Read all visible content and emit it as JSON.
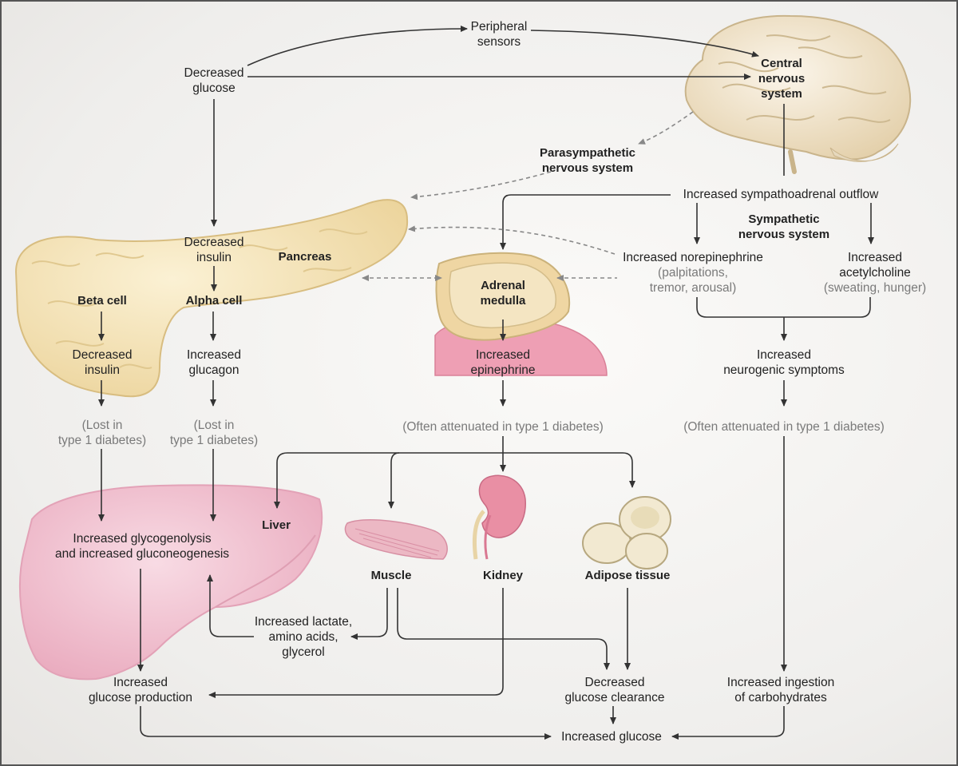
{
  "colors": {
    "arrow": "#333333",
    "dashed": "#888888",
    "pancreas": "#f2dfae",
    "liver": "#f2c4d2",
    "brain": "#f0e4cf",
    "kidney": "#e98fa4",
    "fat": "#f1e8cf",
    "muscle": "#e8b3bf"
  },
  "icons": [
    "brain-icon",
    "pancreas-icon",
    "liver-icon",
    "adrenal-icon",
    "kidney-icon",
    "muscle-icon",
    "adipose-icon"
  ],
  "nodes": {
    "decreased_glucose": [
      "Decreased",
      "glucose"
    ],
    "peripheral_sensors": [
      "Peripheral",
      "sensors"
    ],
    "cns": [
      "Central",
      "nervous",
      "system"
    ],
    "parasympathetic": [
      "Parasympathetic",
      "nervous system"
    ],
    "sympathoadrenal": "Increased sympathoadrenal outflow",
    "sympathetic": [
      "Sympathetic",
      "nervous system"
    ],
    "decreased_insulin_top": [
      "Decreased",
      "insulin"
    ],
    "pancreas": "Pancreas",
    "beta_cell": "Beta cell",
    "alpha_cell": "Alpha cell",
    "decreased_insulin": [
      "Decreased",
      "insulin"
    ],
    "increased_glucagon": [
      "Increased",
      "glucagon"
    ],
    "adrenal_medulla": [
      "Adrenal",
      "medulla"
    ],
    "increased_norepinephrine": "Increased norepinephrine",
    "norepi_note": [
      "(palpitations,",
      "tremor, arousal)"
    ],
    "increased_acetylcholine": [
      "Increased",
      "acetylcholine"
    ],
    "ach_note": "(sweating, hunger)",
    "increased_epinephrine": [
      "Increased",
      "epinephrine"
    ],
    "neurogenic": [
      "Increased",
      "neurogenic symptoms"
    ],
    "lost_insulin": [
      "(Lost in",
      "type 1 diabetes)"
    ],
    "lost_glucagon": [
      "(Lost in",
      "type 1 diabetes)"
    ],
    "atten_epi": "(Often attenuated in type 1 diabetes)",
    "atten_neuro": "(Often attenuated in type 1 diabetes)",
    "liver": "Liver",
    "glycogenolysis": [
      "Increased glycogenolysis",
      "and increased gluconeogenesis"
    ],
    "muscle": "Muscle",
    "kidney": "Kidney",
    "adipose": "Adipose tissue",
    "lactate": [
      "Increased lactate,",
      "amino acids,",
      "glycerol"
    ],
    "glucose_production": [
      "Increased",
      "glucose production"
    ],
    "glucose_clearance": [
      "Decreased",
      "glucose clearance"
    ],
    "ingestion": [
      "Increased ingestion",
      "of carbohydrates"
    ],
    "increased_glucose": "Increased glucose"
  }
}
